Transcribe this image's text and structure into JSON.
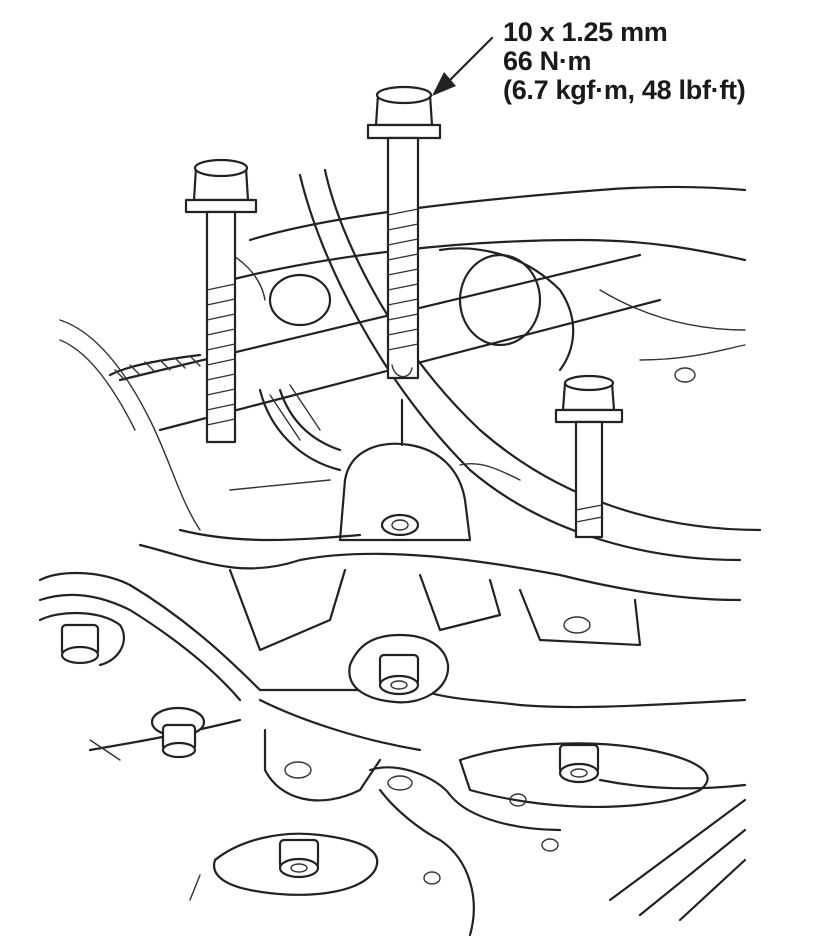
{
  "callout": {
    "line1": "10 x 1.25 mm",
    "line2": "66 N·m",
    "line3": "(6.7 kgf·m, 48 lbf·ft)"
  },
  "colors": {
    "ink": "#222222",
    "paper": "#ffffff"
  }
}
